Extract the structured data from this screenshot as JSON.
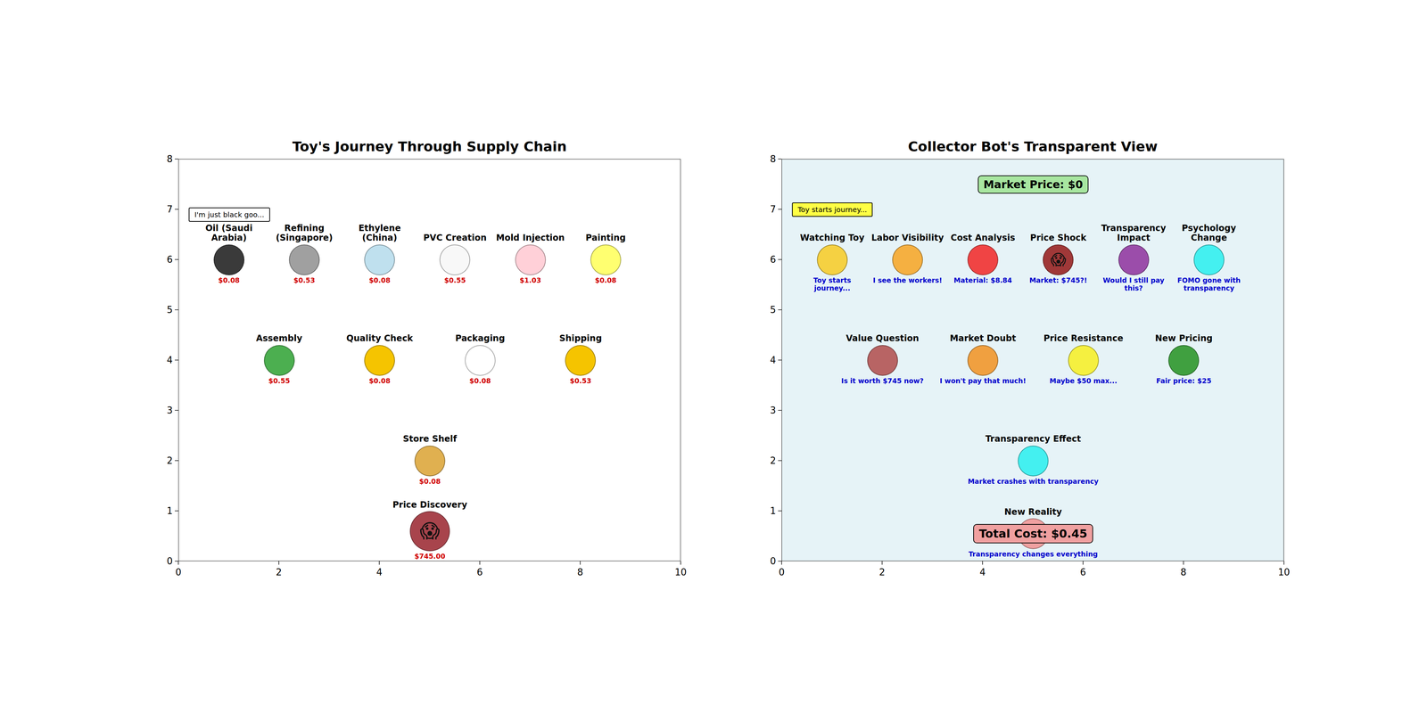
{
  "diagram": {
    "nodes": [
      {
        "text": [
          "Toy's Journey Through Supply Chain"
        ]
      },
      {
        "text": [
          "I'm just black goo..."
        ],
        "in": 0
      },
      {
        "text": [
          "Oil (Saudi Arabia)",
          "$0.08"
        ],
        "in": 0
      },
      {
        "text": [
          "Refining (Singapore)",
          "$0.53"
        ],
        "in": 0
      },
      {
        "text": [
          "Ethylene (China)",
          "$0.08"
        ],
        "in": 0
      },
      {
        "text": [
          "PVC Creation",
          "$0.55"
        ],
        "in": 0
      },
      {
        "text": [
          "Mold Injection",
          "$1.03"
        ],
        "in": 0
      },
      {
        "text": [
          "Painting",
          "$0.08"
        ],
        "in": 0
      },
      {
        "text": [
          "Assembly",
          "$0.55"
        ],
        "in": 0
      },
      {
        "text": [
          "Quality Check",
          "$0.08"
        ],
        "in": 0
      },
      {
        "text": [
          "Packaging",
          "$0.08"
        ],
        "in": 0
      },
      {
        "text": [
          "Shipping",
          "$0.53"
        ],
        "in": 0
      },
      {
        "text": [
          "Store Shelf",
          "$0.08"
        ],
        "in": 0
      },
      {
        "text": [
          "Price Discovery",
          "😱",
          "$745.00"
        ],
        "in": 0
      },
      {
        "text": [
          "Collector Bot's Transparent View"
        ]
      },
      {
        "text": [
          "Market Price: $0"
        ],
        "in": 14
      },
      {
        "text": [
          "Toy starts journey..."
        ],
        "in": 14
      },
      {
        "text": [
          "Watching Toy",
          "Toy starts journey..."
        ],
        "in": 14
      },
      {
        "text": [
          "Labor Visibility",
          "I see the workers!"
        ],
        "in": 14
      },
      {
        "text": [
          "Cost Analysis",
          "Material: $8.84"
        ],
        "in": 14
      },
      {
        "text": [
          "Price Shock",
          "😱",
          "Market: $745?!"
        ],
        "in": 14
      },
      {
        "text": [
          "Transparency Impact",
          "Would I still pay this?"
        ],
        "in": 14
      },
      {
        "text": [
          "Psychology Change",
          "FOMO gone with transparency"
        ],
        "in": 14
      },
      {
        "text": [
          "Value Question",
          "Is it worth $745 now?"
        ],
        "in": 14
      },
      {
        "text": [
          "Market Doubt",
          "I won't pay that much!"
        ],
        "in": 14
      },
      {
        "text": [
          "Price Resistance",
          "Maybe $50 max..."
        ],
        "in": 14
      },
      {
        "text": [
          "New Pricing",
          "Fair price: $25"
        ],
        "in": 14
      },
      {
        "text": [
          "Transparency Effect",
          "Market crashes with transparency"
        ],
        "in": 14
      },
      {
        "text": [
          "New Reality",
          "Transparency changes everything"
        ],
        "in": 14
      },
      {
        "text": [
          "Total Cost: $0.45"
        ],
        "in": 14
      }
    ],
    "labels": [
      "0",
      "2",
      "4",
      "6",
      "8",
      "10",
      "0",
      "1",
      "2",
      "3",
      "4",
      "5",
      "6",
      "7",
      "8",
      "0",
      "2",
      "4",
      "6",
      "8",
      "10",
      "0",
      "1",
      "2",
      "3",
      "4",
      "5",
      "6",
      "7",
      "8"
    ]
  }
}
